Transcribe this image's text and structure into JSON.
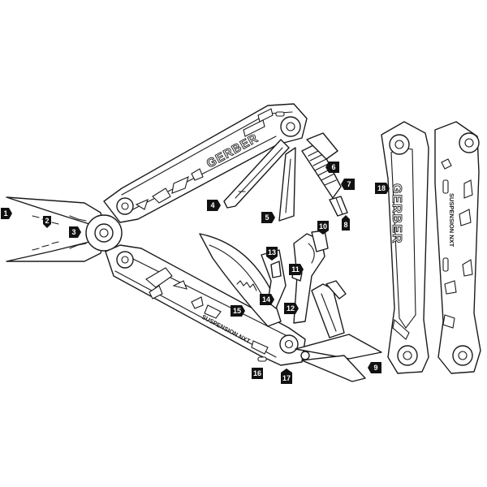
{
  "brand": {
    "engraving": "GERBER",
    "model_engraving": "SUSPENSION NXT"
  },
  "colors": {
    "line": "#1b1b1b",
    "background": "#ffffff",
    "callout_fill": "#111111",
    "callout_text": "#ffffff"
  },
  "callouts": {
    "c1": "1",
    "c2": "2",
    "c3": "3",
    "c4": "4",
    "c5": "5",
    "c6": "6",
    "c7": "7",
    "c8": "8",
    "c9": "9",
    "c10": "10",
    "c11": "11",
    "c12": "12",
    "c13": "13",
    "c14": "14",
    "c15": "15",
    "c16": "16",
    "c17": "17",
    "c18": "18"
  }
}
